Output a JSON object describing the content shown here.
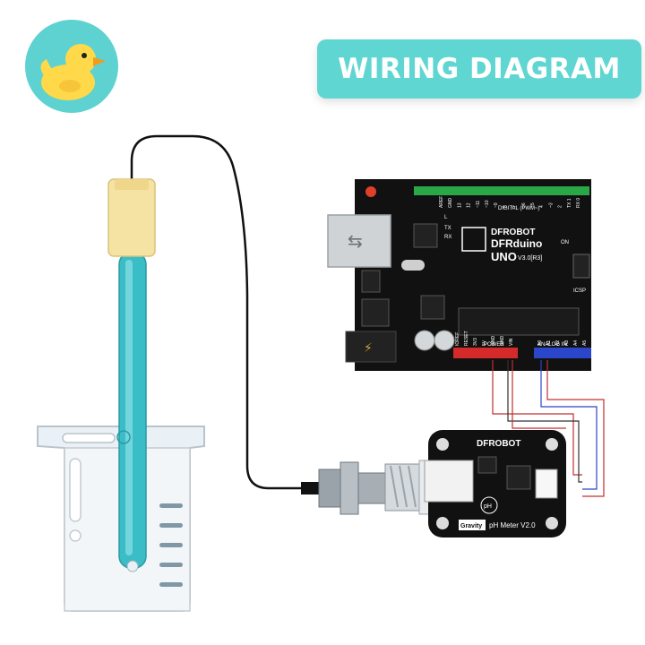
{
  "title": "WIRING DIAGRAM",
  "board": {
    "brand": "DFROBOT",
    "name": "DFRduino",
    "model": "UNO",
    "version": "V3.0[R3]",
    "digital_label": "DIGITAL (PWM~)",
    "power_label": "POWER",
    "analog_label": "ANALOG IN",
    "icsp_label": "ICSP",
    "on_label": "ON",
    "l_label": "L",
    "tx_label": "TX",
    "rx_label": "RX",
    "power_pins": [
      "IOREF",
      "RESET",
      "3V3",
      "5V",
      "GND",
      "GND",
      "VIN"
    ],
    "analog_pins": [
      "A0",
      "A1",
      "A2",
      "A3",
      "A4",
      "A5"
    ],
    "digital_pins": [
      "AREF",
      "GND",
      "13",
      "12",
      "~11",
      "~10",
      "~9",
      "8",
      "7",
      "~6",
      "~5",
      "4",
      "~3",
      "2",
      "TX 1",
      "RX 0"
    ]
  },
  "sensor": {
    "brand": "DFROBOT",
    "gravity_label": "Gravity",
    "name": "pH Meter V2.0",
    "ph_label": "pH"
  },
  "colors": {
    "accent": "#5fd6d2",
    "board": "#111111",
    "probe": "#3bbdc7",
    "probe_cap": "#f5e3a3",
    "power_header": "#d42a2a",
    "analog_header": "#2b46c8",
    "digital_header": "#2aa848"
  }
}
